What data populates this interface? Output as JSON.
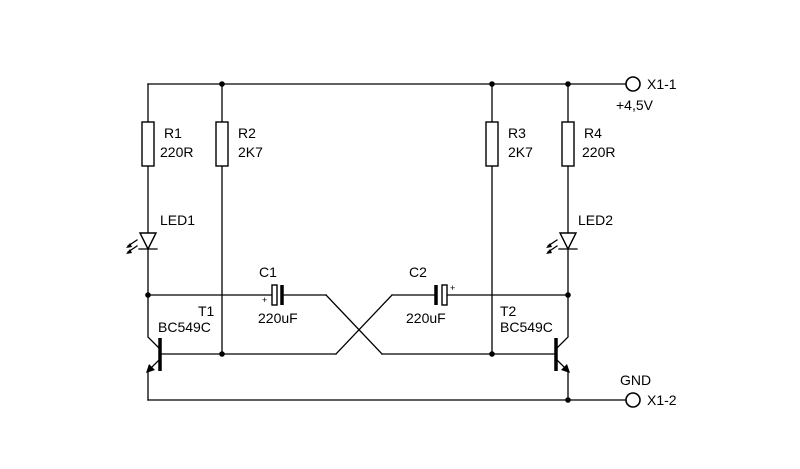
{
  "terminals": {
    "x1_1": {
      "name": "X1-1",
      "note": "+4,5V"
    },
    "x1_2": {
      "name": "X1-2",
      "note": "GND"
    }
  },
  "resistors": [
    {
      "ref": "R1",
      "value": "220R"
    },
    {
      "ref": "R2",
      "value": "2K7"
    },
    {
      "ref": "R3",
      "value": "2K7"
    },
    {
      "ref": "R4",
      "value": "220R"
    }
  ],
  "leds": [
    {
      "ref": "LED1"
    },
    {
      "ref": "LED2"
    }
  ],
  "capacitors": [
    {
      "ref": "C1",
      "value": "220uF",
      "polarity": "+"
    },
    {
      "ref": "C2",
      "value": "220uF",
      "polarity": "+"
    }
  ],
  "transistors": [
    {
      "ref": "T1",
      "type": "BC549C"
    },
    {
      "ref": "T2",
      "type": "BC549C"
    }
  ]
}
